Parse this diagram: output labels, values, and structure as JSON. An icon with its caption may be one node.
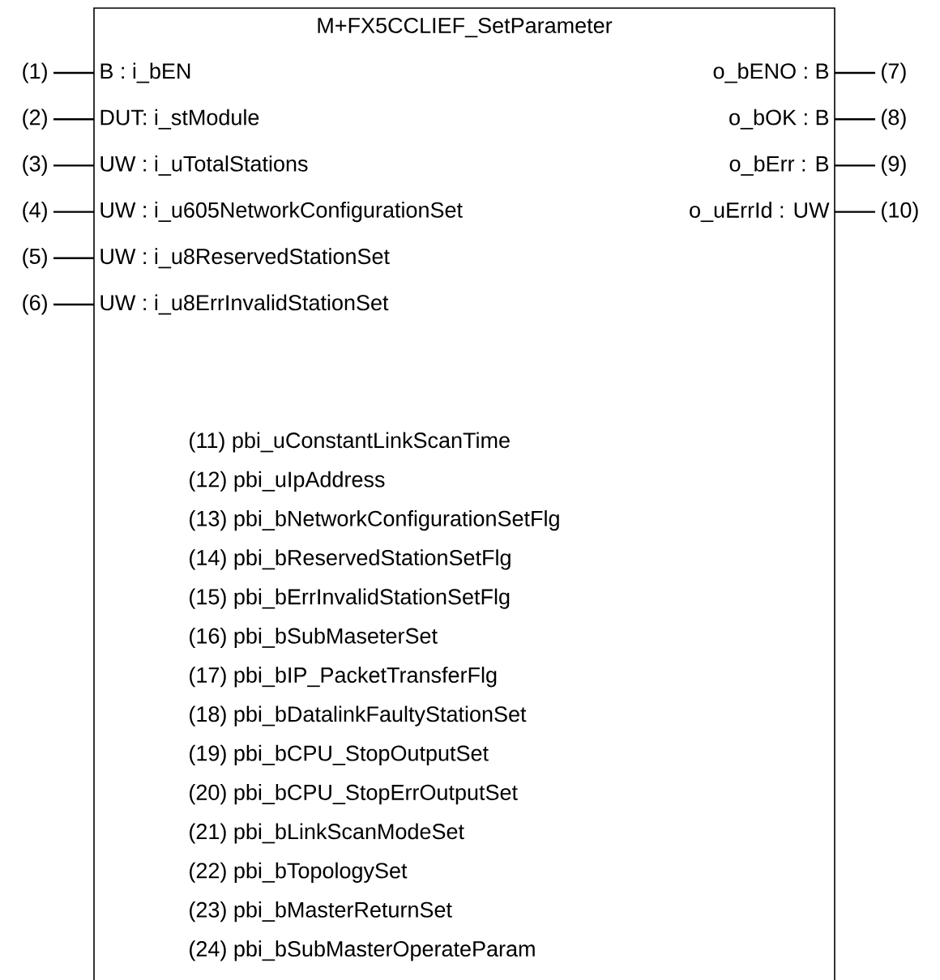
{
  "diagram": {
    "nodes": [
      {
        "text": [
          "M+FX5CCLIEF_SetParameter"
        ]
      },
      {
        "text": [
          "B : i_bEN"
        ],
        "in": 0
      },
      {
        "text": [
          "DUT: i_stModule"
        ],
        "in": 0
      },
      {
        "text": [
          "UW : i_uTotalStations"
        ],
        "in": 0
      },
      {
        "text": [
          "UW : i_u605NetworkConfigurationSet"
        ],
        "in": 0
      },
      {
        "text": [
          "UW : i_u8ReservedStationSet"
        ],
        "in": 0
      },
      {
        "text": [
          "UW : i_u8ErrInvalidStationSet"
        ],
        "in": 0
      },
      {
        "text": [
          "o_bENO : B"
        ],
        "in": 0
      },
      {
        "text": [
          "o_bOK : B"
        ],
        "in": 0
      },
      {
        "text": [
          "o_bErr : B"
        ],
        "in": 0
      },
      {
        "text": [
          "o_uErrId : UW"
        ],
        "in": 0
      },
      {
        "text": [
          "(1)"
        ]
      },
      {
        "text": [
          "(2)"
        ]
      },
      {
        "text": [
          "(3)"
        ]
      },
      {
        "text": [
          "(4)"
        ]
      },
      {
        "text": [
          "(5)"
        ]
      },
      {
        "text": [
          "(6)"
        ]
      },
      {
        "text": [
          "(7)"
        ]
      },
      {
        "text": [
          "(8)"
        ]
      },
      {
        "text": [
          "(9)"
        ]
      },
      {
        "text": [
          "(10)"
        ]
      }
    ],
    "edges": [
      {
        "from": 11,
        "to": 1,
        "arrow": "none"
      },
      {
        "from": 12,
        "to": 2,
        "arrow": "none"
      },
      {
        "from": 13,
        "to": 3,
        "arrow": "none"
      },
      {
        "from": 14,
        "to": 4,
        "arrow": "none"
      },
      {
        "from": 15,
        "to": 5,
        "arrow": "none"
      },
      {
        "from": 16,
        "to": 6,
        "arrow": "none"
      },
      {
        "from": 7,
        "to": 17,
        "arrow": "none"
      },
      {
        "from": 8,
        "to": 18,
        "arrow": "none"
      },
      {
        "from": 9,
        "to": 19,
        "arrow": "none"
      },
      {
        "from": 10,
        "to": 20,
        "arrow": "none"
      }
    ],
    "labels": [
      "(11) pbi_uConstantLinkScanTime",
      "(12) pbi_uIpAddress",
      "(13) pbi_bNetworkConfigurationSetFlg",
      "(14) pbi_bReservedStationSetFlg",
      "(15) pbi_bErrInvalidStationSetFlg",
      "(16) pbi_bSubMaseterSet",
      "(17) pbi_bIP_PacketTransferFlg",
      "(18) pbi_bDatalinkFaultyStationSet",
      "(19) pbi_bCPU_StopOutputSet",
      "(20) pbi_bCPU_StopErrOutputSet",
      "(21) pbi_bLinkScanModeSet",
      "(22) pbi_bTopologySet",
      "(23) pbi_bMasterReturnSet",
      "(24) pbi_bSubMasterOperateParam"
    ]
  }
}
